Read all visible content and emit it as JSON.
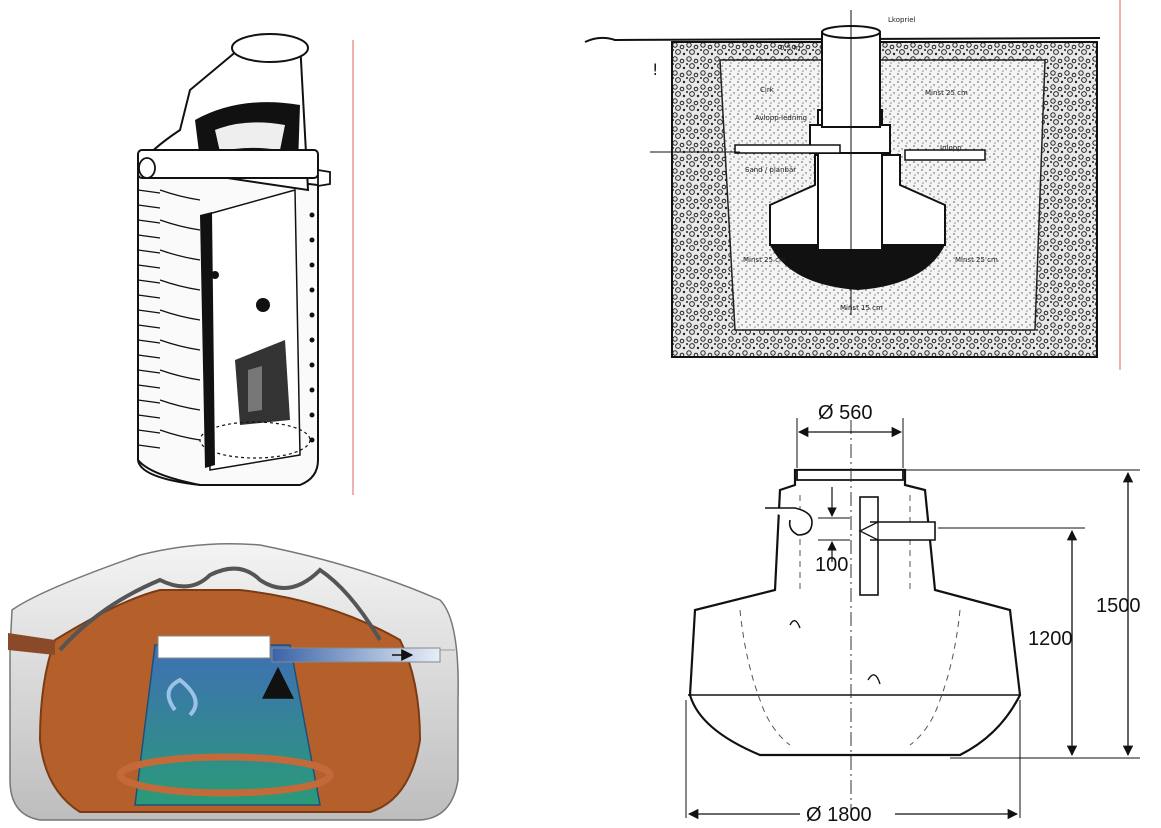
{
  "figure_a": {},
  "figure_b": {
    "labels": {
      "inspection_cover": "Lkopriel",
      "cover_depth": "0,5 m",
      "label_left_upper": "Cirk",
      "label_outlet": "Avlopp-ledning",
      "label_inlet": "Inlopp",
      "label_right_top": "Minst 25 cm",
      "label_sand": "Sand / planbär",
      "label_side_left": "Minst 25 cm",
      "label_side_right": "Minst 25 cm",
      "label_bottom": "Minst 15 cm"
    }
  },
  "figure_c": {},
  "figure_d": {
    "dim_top_diameter": "Ø 560",
    "dim_pipe_offset": "100",
    "dim_height_outlet": "1200",
    "dim_height_total": "1500",
    "dim_base_diameter": "Ø 1800"
  },
  "colors": {
    "sludge": "#b5602a",
    "water": "#3a6fb0",
    "water_green": "#2f8a72",
    "shell": "#d8d8d8",
    "axis_line": "#e06060"
  }
}
